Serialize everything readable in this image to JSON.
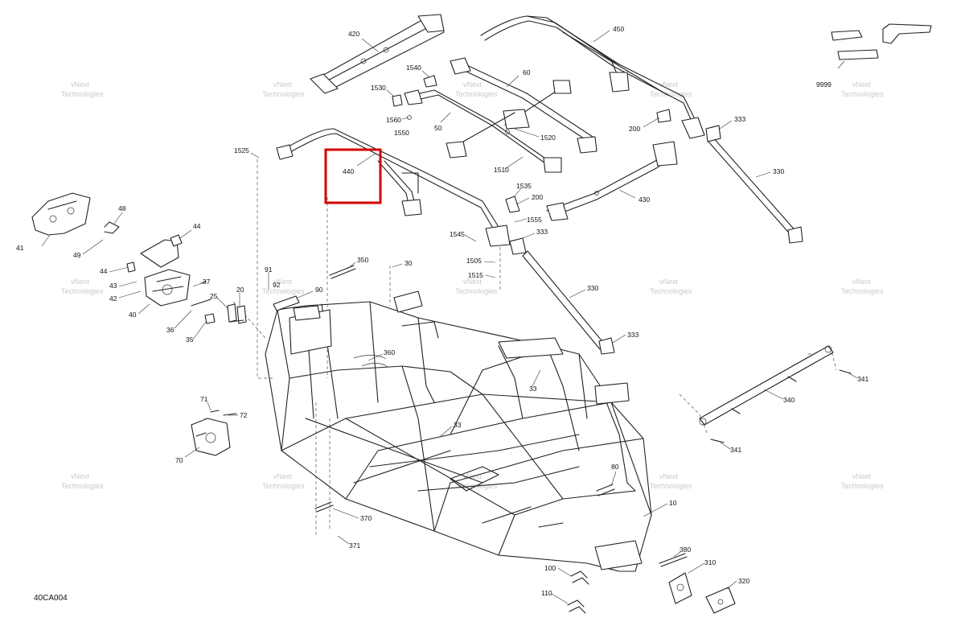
{
  "diagram": {
    "code": "40CA004",
    "highlight_color": "#d40000",
    "highlighted_part": "440",
    "watermark": [
      "vNext",
      "Technologies"
    ],
    "callouts": [
      "420",
      "450",
      "1540",
      "60",
      "1530",
      "1560",
      "1550",
      "50",
      "1520",
      "1510",
      "200",
      "333",
      "330",
      "9999",
      "1525",
      "440",
      "1535",
      "200",
      "1555",
      "430",
      "333",
      "1545",
      "1505",
      "1515",
      "330",
      "333",
      "350",
      "30",
      "91",
      "92",
      "90",
      "48",
      "44",
      "41",
      "49",
      "44",
      "43",
      "42",
      "37",
      "40",
      "36",
      "35",
      "25",
      "20",
      "360",
      "33",
      "33",
      "71",
      "72",
      "70",
      "80",
      "10",
      "370",
      "371",
      "380",
      "310",
      "320",
      "100",
      "110",
      "340",
      "341",
      "341"
    ]
  }
}
